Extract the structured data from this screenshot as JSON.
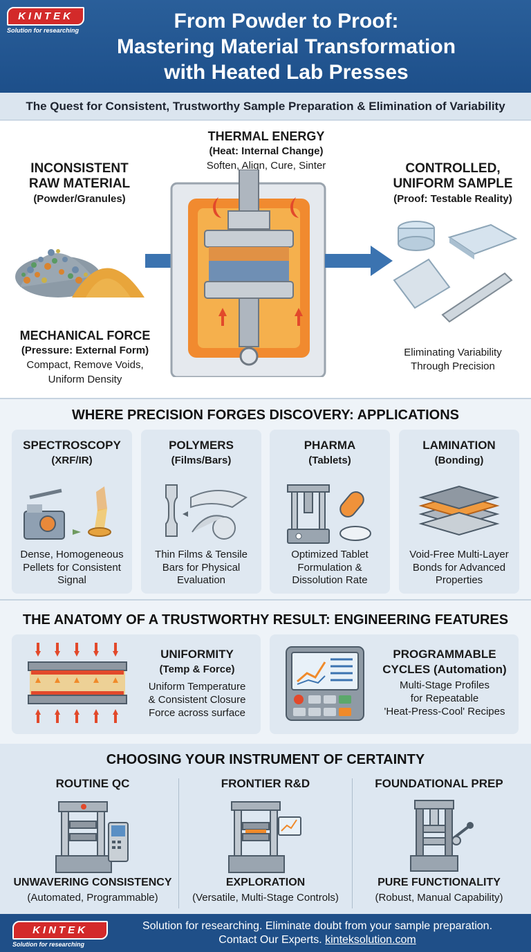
{
  "brand": {
    "logo_text": "KINTEK",
    "tagline": "Solution for researching"
  },
  "header": {
    "title_line1": "From Powder to Proof:",
    "title_line2": "Mastering Material Transformation",
    "title_line3": "with Heated Lab Presses"
  },
  "subtitle": "The Quest for Consistent, Trustworthy Sample Preparation & Elimination of Variability",
  "process": {
    "raw": {
      "line1": "INCONSISTENT",
      "line2": "RAW MATERIAL",
      "sub": "(Powder/Granules)"
    },
    "thermal": {
      "title": "THERMAL ENERGY",
      "sub": "(Heat: Internal Change)",
      "desc": "Soften, Align, Cure, Sinter"
    },
    "controlled": {
      "line1": "CONTROLLED,",
      "line2": "UNIFORM SAMPLE",
      "sub": "(Proof: Testable Reality)"
    },
    "mechanical": {
      "title": "MECHANICAL FORCE",
      "sub": "(Pressure: External Form)",
      "desc1": "Compact, Remove Voids,",
      "desc2": "Uniform Density"
    },
    "elim": {
      "line1": "Eliminating Variability",
      "line2": "Through Precision"
    }
  },
  "applications": {
    "title": "WHERE PRECISION FORGES DISCOVERY: APPLICATIONS",
    "cards": [
      {
        "name": "SPECTROSCOPY",
        "paren": "(XRF/IR)",
        "d1": "Dense, Homogeneous",
        "d2": "Pellets for Consistent",
        "d3": "Signal"
      },
      {
        "name": "POLYMERS",
        "paren": "(Films/Bars)",
        "d1": "Thin Films & Tensile",
        "d2": "Bars for Physical",
        "d3": "Evaluation"
      },
      {
        "name": "PHARMA",
        "paren": "(Tablets)",
        "d1": "Optimized Tablet",
        "d2": "Formulation &",
        "d3": "Dissolution Rate"
      },
      {
        "name": "LAMINATION",
        "paren": "(Bonding)",
        "d1": "Void-Free Multi-Layer",
        "d2": "Bonds for Advanced",
        "d3": "Properties"
      }
    ]
  },
  "features": {
    "title": "THE ANATOMY OF A TRUSTWORTHY RESULT: ENGINEERING FEATURES",
    "uniformity": {
      "name": "UNIFORMITY",
      "paren": "(Temp & Force)",
      "d1": "Uniform Temperature",
      "d2": "& Consistent Closure",
      "d3": "Force across surface"
    },
    "programmable": {
      "name1": "PROGRAMMABLE",
      "name2": "CYCLES (Automation)",
      "d1": "Multi-Stage Profiles",
      "d2": "for Repeatable",
      "d3": "'Heat-Press-Cool' Recipes"
    }
  },
  "instruments": {
    "title": "CHOOSING YOUR INSTRUMENT OF CERTAINTY",
    "cols": [
      {
        "name": "ROUTINE QC",
        "focus": "UNWAVERING CONSISTENCY",
        "detail": "(Automated, Programmable)"
      },
      {
        "name": "FRONTIER R&D",
        "focus": "EXPLORATION",
        "detail": "(Versatile, Multi-Stage Controls)"
      },
      {
        "name": "FOUNDATIONAL PREP",
        "focus": "PURE FUNCTIONALITY",
        "detail": "(Robust, Manual Capability)"
      }
    ]
  },
  "footer": {
    "line1": "Solution for researching. Eliminate doubt from your sample preparation.",
    "line2_prefix": "Contact Our Experts. ",
    "link": "kinteksolution.com"
  },
  "colors": {
    "brand_blue": "#1f4f88",
    "brand_red": "#d32a2a",
    "arrow_blue": "#3b73b0",
    "heat_orange": "#f08a2a"
  }
}
